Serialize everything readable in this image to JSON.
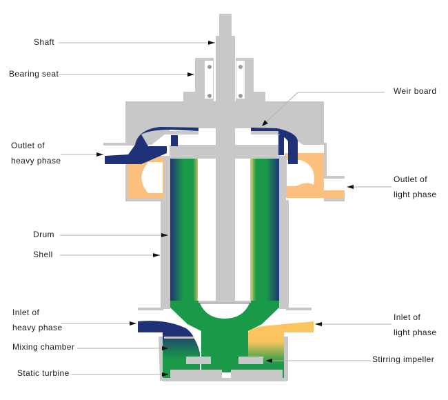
{
  "title": "Centrifugal extractor cross-section",
  "colors": {
    "metal": "#c8c8c8",
    "heavy_phase": "#1f3278",
    "light_phase": "#fbc07e",
    "light_phase_inlet": "#fbc45e",
    "mixed_phase": "#1a9a48",
    "leader_line": "#b0b0b0",
    "arrow": "#111111",
    "text": "#1a1a1a"
  },
  "labels": {
    "shaft": "Shaft",
    "bearing_seat": "Bearing seat",
    "weir_board": "Weir board",
    "outlet_heavy_1": "Outlet of",
    "outlet_heavy_2": "heavy phase",
    "outlet_light_1": "Outlet of",
    "outlet_light_2": "light phase",
    "drum": "Drum",
    "shell": "Shell",
    "inlet_heavy_1": "Inlet of",
    "inlet_heavy_2": "heavy phase",
    "mixing_chamber": "Mixing chamber",
    "static_turbine": "Static turbine",
    "inlet_light_1": "Inlet of",
    "inlet_light_2": "light phase",
    "stirring_impeller": "Stirring impeller"
  }
}
